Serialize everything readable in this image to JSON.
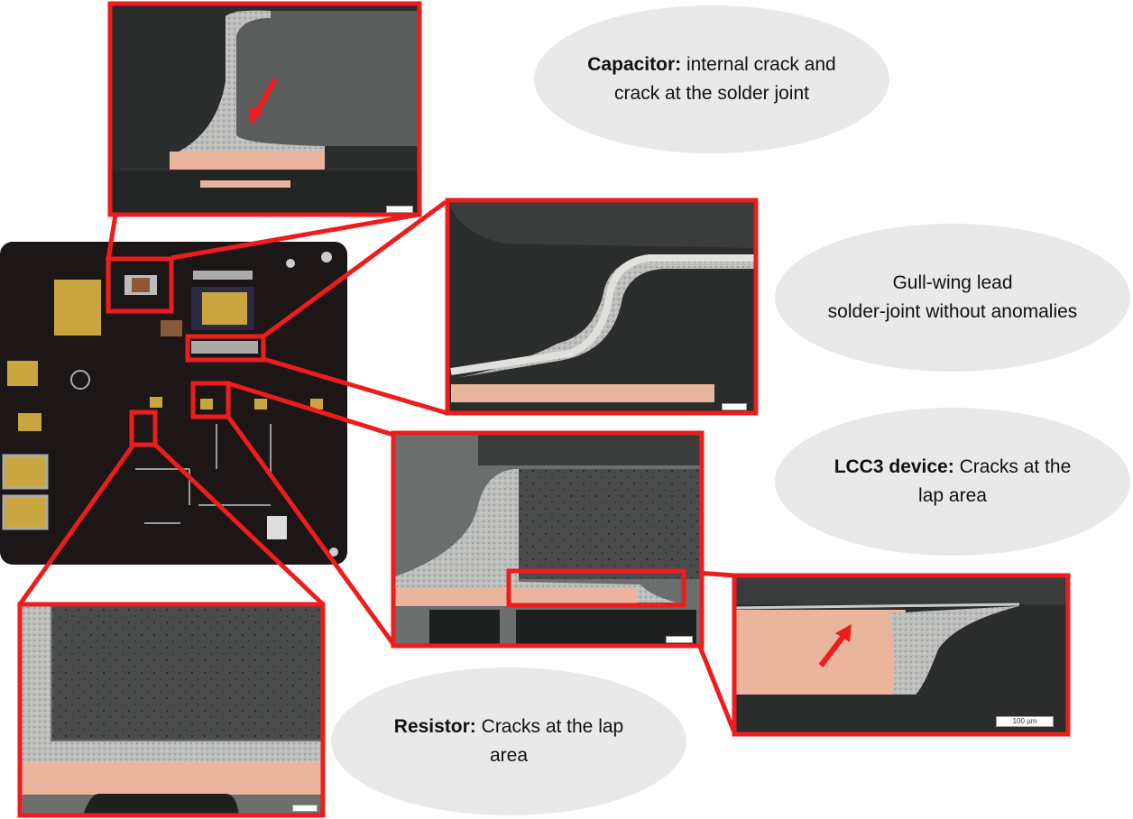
{
  "labels": {
    "capacitor": {
      "bold": "Capacitor:",
      "text": " internal crack and crack at the solder joint"
    },
    "gullwing": {
      "bold": "",
      "line1": "Gull-wing lead",
      "line2": "solder-joint without anomalies"
    },
    "lcc3": {
      "bold": "LCC3 device:",
      "text": " Cracks at the lap area"
    },
    "resistor": {
      "bold": "Resistor:",
      "text": " Cracks at the lap area"
    }
  },
  "scale_bar": "100 µm",
  "colors": {
    "frame": "#ee1c1c",
    "bubble": "#e9e9e9",
    "copper": "#eab49d",
    "solder": "#b9bbb8",
    "board": "#1c1716"
  }
}
